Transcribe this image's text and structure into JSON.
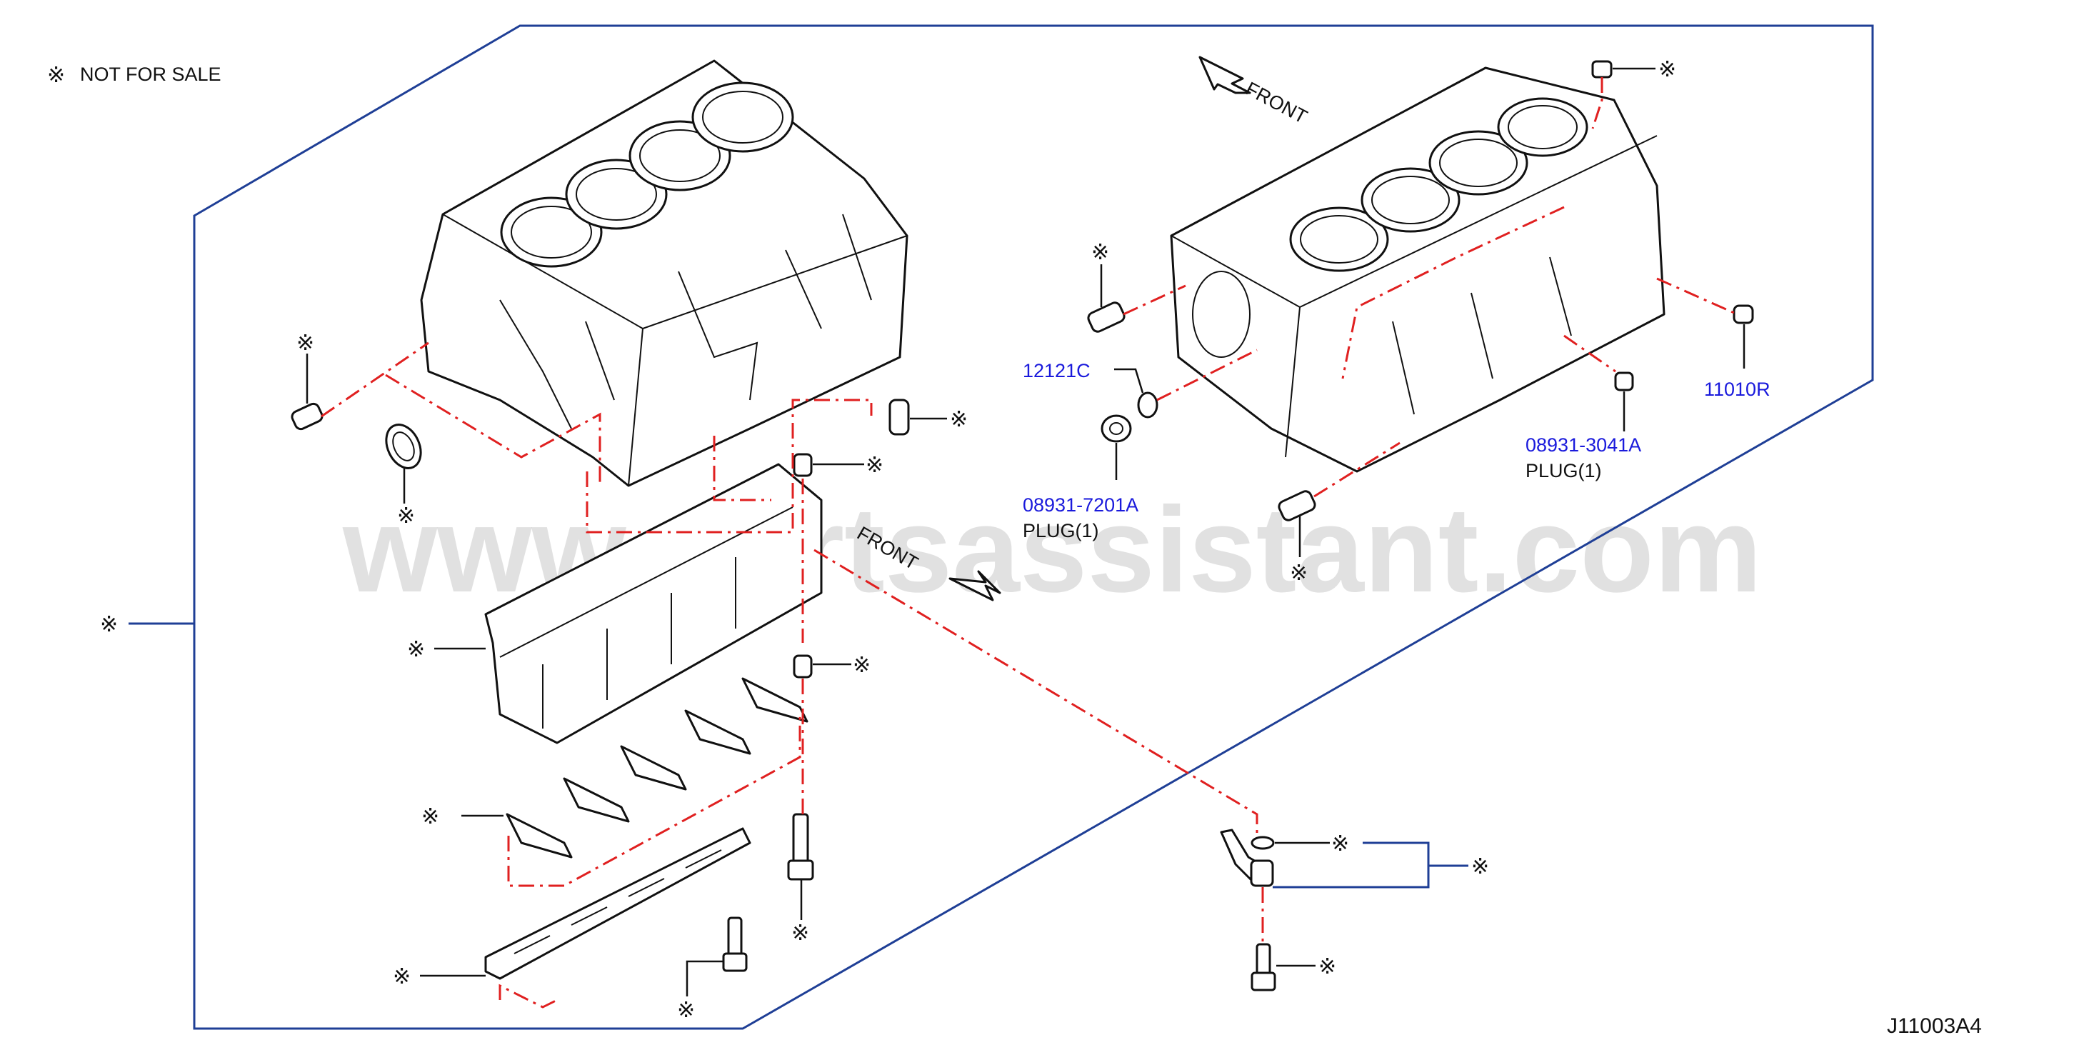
{
  "note": {
    "mark": "※",
    "text": "NOT  FOR  SALE"
  },
  "watermark": "www.partsassistant.com",
  "diagram_code": "J11003A4",
  "front_labels": [
    "FRONT",
    "FRONT"
  ],
  "not_for_sale_mark": "※",
  "parts": [
    {
      "code": "12121C",
      "desc": ""
    },
    {
      "code": "08931-7201A",
      "desc": "PLUG(1)"
    },
    {
      "code": "08931-3041A",
      "desc": "PLUG(1)"
    },
    {
      "code": "11010R",
      "desc": ""
    }
  ],
  "colors": {
    "frame": "#1f3f96",
    "leader_code": "#1a1adc",
    "explode_line": "#e02020"
  }
}
